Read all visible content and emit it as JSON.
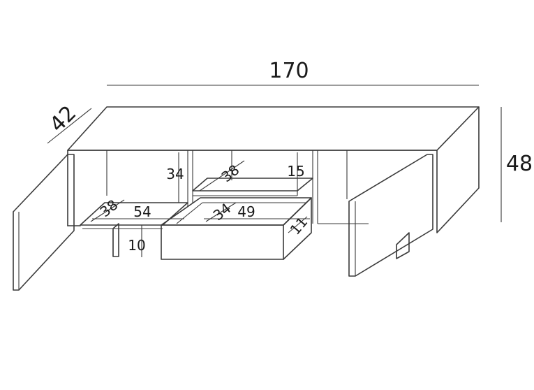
{
  "dimensions": {
    "width": "170",
    "depth": "42",
    "height": "48",
    "shelf_height": "34",
    "shelf_depth_center": "38",
    "center_shelf_gap": "15",
    "left_depth": "38",
    "left_width": "54",
    "foot_height": "10",
    "drawer_depth": "34",
    "drawer_width": "49",
    "drawer_height": "11"
  },
  "colors": {
    "line": "#3a3a3a",
    "text": "#1a1a1a",
    "background": "#ffffff"
  }
}
